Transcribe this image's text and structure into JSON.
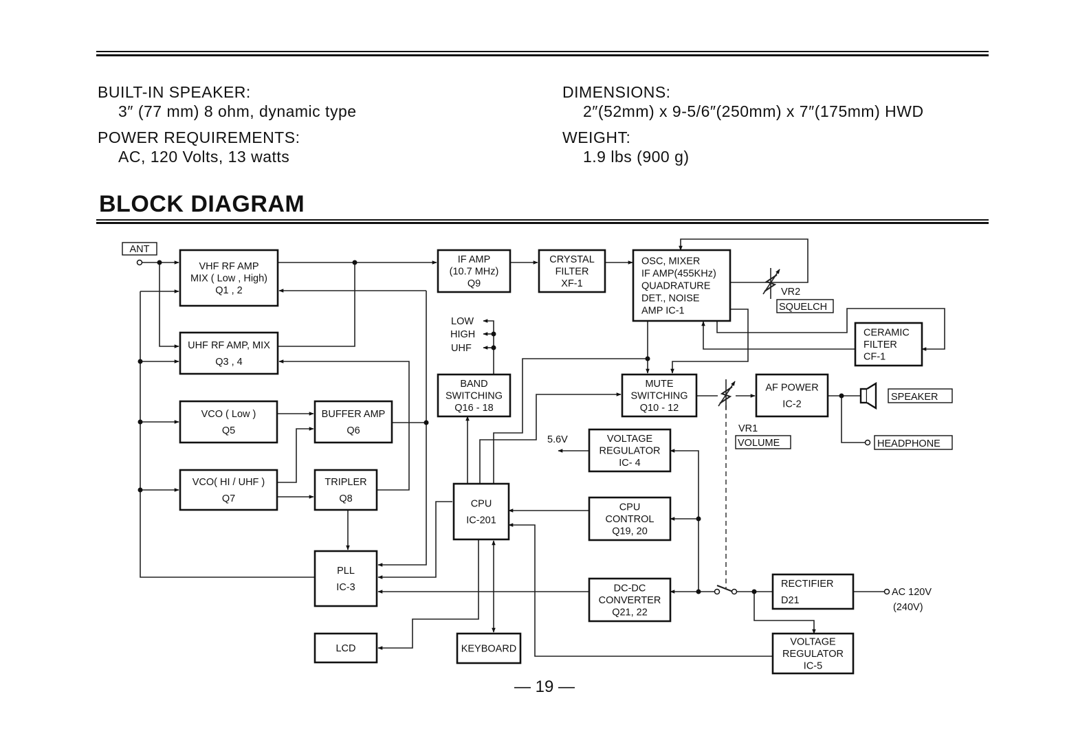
{
  "specs": {
    "left": [
      {
        "label": "BUILT-IN SPEAKER:",
        "value": "3″ (77 mm) 8 ohm, dynamic type"
      },
      {
        "label": "POWER REQUIREMENTS:",
        "value": "AC, 120 Volts, 13 watts"
      }
    ],
    "right": [
      {
        "label": "DIMENSIONS:",
        "value": "2″(52mm) x 9-5/6″(250mm) x 7″(175mm) HWD"
      },
      {
        "label": "WEIGHT:",
        "value": "1.9 lbs (900 g)"
      }
    ]
  },
  "section_title": "BLOCK DIAGRAM",
  "page_number": "— 19 —",
  "diagram": {
    "blocks": [
      {
        "id": "vhf",
        "lines": [
          "VHF  RF  AMP",
          "MIX ( Low , High)",
          "Q1 , 2"
        ]
      },
      {
        "id": "uhf",
        "lines": [
          "UHF RF AMP, MIX",
          "Q3 , 4"
        ]
      },
      {
        "id": "vcolow",
        "lines": [
          "VCO ( Low )",
          "Q5"
        ]
      },
      {
        "id": "buffer",
        "lines": [
          "BUFFER AMP",
          "Q6"
        ]
      },
      {
        "id": "vcohi",
        "lines": [
          "VCO( HI / UHF )",
          "Q7"
        ]
      },
      {
        "id": "tripler",
        "lines": [
          "TRIPLER",
          "Q8"
        ]
      },
      {
        "id": "pll",
        "lines": [
          "PLL",
          "IC-3"
        ]
      },
      {
        "id": "lcd",
        "lines": [
          "LCD"
        ]
      },
      {
        "id": "ifamp",
        "lines": [
          "IF  AMP",
          "(10.7 MHz)",
          "Q9"
        ]
      },
      {
        "id": "crystal",
        "lines": [
          "CRYSTAL",
          "FILTER",
          "XF-1"
        ]
      },
      {
        "id": "osc",
        "lines": [
          "OSC, MIXER",
          "IF AMP(455KHz)",
          "QUADRATURE",
          "DET., NOISE",
          "AMP   IC-1"
        ]
      },
      {
        "id": "band",
        "lines": [
          "BAND",
          "SWITCHING",
          "Q16 - 18"
        ]
      },
      {
        "id": "mute",
        "lines": [
          "MUTE",
          "SWITCHING",
          "Q10 - 12"
        ]
      },
      {
        "id": "afpower",
        "lines": [
          "AF  POWER",
          "IC-2"
        ]
      },
      {
        "id": "ceramic",
        "lines": [
          "CERAMIC",
          "FILTER",
          "CF-1"
        ]
      },
      {
        "id": "vreg4",
        "lines": [
          "VOLTAGE",
          "REGULATOR",
          "IC- 4"
        ]
      },
      {
        "id": "cpu",
        "lines": [
          "CPU",
          "IC-201"
        ]
      },
      {
        "id": "cpuctl",
        "lines": [
          "CPU",
          "CONTROL",
          "Q19, 20"
        ]
      },
      {
        "id": "dcdc",
        "lines": [
          "DC-DC",
          "CONVERTER",
          "Q21, 22"
        ]
      },
      {
        "id": "keyboard",
        "lines": [
          "KEYBOARD"
        ]
      },
      {
        "id": "rectifier",
        "lines": [
          "RECTIFIER",
          "D21"
        ]
      },
      {
        "id": "vreg5",
        "lines": [
          "VOLTAGE",
          "REGULATOR",
          "IC-5"
        ]
      }
    ],
    "labels": {
      "ant": "ANT",
      "low": "LOW",
      "high": "HIGH",
      "uhf": "UHF",
      "vr2": "VR2",
      "squelch": "SQUELCH",
      "vr1": "VR1",
      "volume": "VOLUME",
      "speaker": "SPEAKER",
      "headphone": "HEADPHONE",
      "v56": "5.6V",
      "ac1": "AC  120V",
      "ac2": "(240V)"
    }
  }
}
